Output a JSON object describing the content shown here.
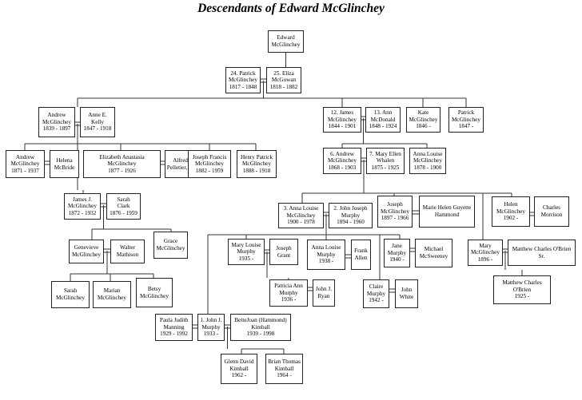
{
  "title": "Descendants of Edward McGlinchey",
  "people": {
    "edward": {
      "lines": [
        "Edward",
        "McGlinchey"
      ]
    },
    "patrick": {
      "lines": [
        "24. Patrick",
        "McGlinchey",
        "1817 - 1848"
      ]
    },
    "eliza": {
      "lines": [
        "25. Eliza",
        "McGowan",
        "1818 - 1882"
      ]
    },
    "andrew_1839": {
      "lines": [
        "Andrew",
        "McGlinchey",
        "1839 - 1897"
      ]
    },
    "anne_kelly": {
      "lines": [
        "Anne E.",
        "Kelly",
        "1847 - 1918"
      ]
    },
    "james_12": {
      "lines": [
        "12. James",
        "McGlinchey",
        "1844 - 1901"
      ]
    },
    "ann_mcdonald": {
      "lines": [
        "13. Ann",
        "McDonald",
        "1848 - 1924"
      ]
    },
    "kate": {
      "lines": [
        "Kate",
        "McGlinchey",
        "1846 -"
      ]
    },
    "patrick_1847": {
      "lines": [
        "Patrick",
        "McGlinchey",
        "1847 -"
      ]
    },
    "andrew_1871": {
      "lines": [
        "Andrew",
        "McGlinchey",
        "1871 - 1937"
      ]
    },
    "helena": {
      "lines": [
        "Helena",
        "McBride"
      ]
    },
    "elizabeth": {
      "lines": [
        "Elizabeth Anastasia",
        "McGlinchey",
        "1877 - 1926"
      ]
    },
    "alfred": {
      "lines": [
        "Alfred G.",
        "Pelletier, M.D."
      ]
    },
    "joseph_francis": {
      "lines": [
        "Joseph Francis",
        "McGlinchey",
        "1882 - 1959"
      ]
    },
    "henry_patrick": {
      "lines": [
        "Henry Patrick",
        "McGlinchey",
        "1888 - 1918"
      ]
    },
    "andrew_6": {
      "lines": [
        "6. Andrew",
        "McGlinchey",
        "1868 - 1903"
      ]
    },
    "mary_ellen": {
      "lines": [
        "7. Mary Ellen",
        "Whalen",
        "1875 - 1925"
      ]
    },
    "anna_louise_1878": {
      "lines": [
        "Anna Louise",
        "McGlinchey",
        "1878 - 1900"
      ]
    },
    "james_j": {
      "lines": [
        "James J.",
        "McGlinchey",
        "1872 - 1932"
      ]
    },
    "sarah_clark": {
      "lines": [
        "Sarah",
        "Clark",
        "1876 - 1959"
      ]
    },
    "anna_louise_3": {
      "lines": [
        "3. Anna Louise",
        "McGlinchey",
        "1900 - 1978"
      ]
    },
    "john_joseph": {
      "lines": [
        "2. John Joseph",
        "Murphy",
        "1894 - 1960"
      ]
    },
    "joseph_1897": {
      "lines": [
        "Joseph",
        "McGlinchey",
        "1897 - 1966"
      ]
    },
    "marie_helen": {
      "lines": [
        "Marie Helen Guyette",
        "Hammond"
      ]
    },
    "helen_1902": {
      "lines": [
        "Helen",
        "McGlinchey",
        "1902 -"
      ]
    },
    "charles_morrison": {
      "lines": [
        "Charles",
        "Morrison"
      ]
    },
    "grace": {
      "lines": [
        "Grace",
        "McGlinchey"
      ]
    },
    "genevieve": {
      "lines": [
        "Genevieve",
        "McGlinchey"
      ]
    },
    "walter": {
      "lines": [
        "Walter",
        "Mathison"
      ]
    },
    "mary_louise": {
      "lines": [
        "Mary Louise",
        "Murphy",
        "1935 -"
      ]
    },
    "joseph_grant": {
      "lines": [
        "Joseph",
        "Grant"
      ]
    },
    "anna_louise_murphy": {
      "lines": [
        "Anna Louise",
        "Murphy",
        "1938 -"
      ]
    },
    "frank_allen": {
      "lines": [
        "Frank",
        "Allen"
      ]
    },
    "jane_murphy": {
      "lines": [
        "Jane",
        "Murphy",
        "1940 -"
      ]
    },
    "michael": {
      "lines": [
        "Michael",
        "McSweeney"
      ]
    },
    "mary_1896": {
      "lines": [
        "Mary",
        "McGlinchey",
        "1896 -"
      ]
    },
    "matthew_sr": {
      "lines": [
        "Matthew Charles O'Brien",
        "Sr."
      ]
    },
    "sarah_mcg": {
      "lines": [
        "Sarah",
        "McGlinchey"
      ]
    },
    "marian": {
      "lines": [
        "Marian",
        "McGlinchey"
      ]
    },
    "betsy": {
      "lines": [
        "Betsy",
        "McGlinchey"
      ]
    },
    "patricia": {
      "lines": [
        "Patricia Ann",
        "Murphy",
        "1936 -"
      ]
    },
    "john_ryan": {
      "lines": [
        "John J.",
        "Ryan"
      ]
    },
    "claire": {
      "lines": [
        "Claire",
        "Murphy",
        "1942 -"
      ]
    },
    "john_white": {
      "lines": [
        "John",
        "White"
      ]
    },
    "matthew_jr": {
      "lines": [
        "Matthew Charles",
        "O'Brien",
        "1925 -"
      ]
    },
    "paula": {
      "lines": [
        "Paula Judith",
        "Manning",
        "1929 - 1992"
      ]
    },
    "john_j_1": {
      "lines": [
        "1. John J.",
        "Murphy",
        "1933 -"
      ]
    },
    "bettejoan": {
      "lines": [
        "BetteJoan (Hammond)",
        "Kimball",
        "1939 - 1998"
      ]
    },
    "glenn": {
      "lines": [
        "Glenn David",
        "Kimball",
        "1962 -"
      ]
    },
    "brian": {
      "lines": [
        "Brian Thomas",
        "Kimball",
        "1964 -"
      ]
    }
  }
}
